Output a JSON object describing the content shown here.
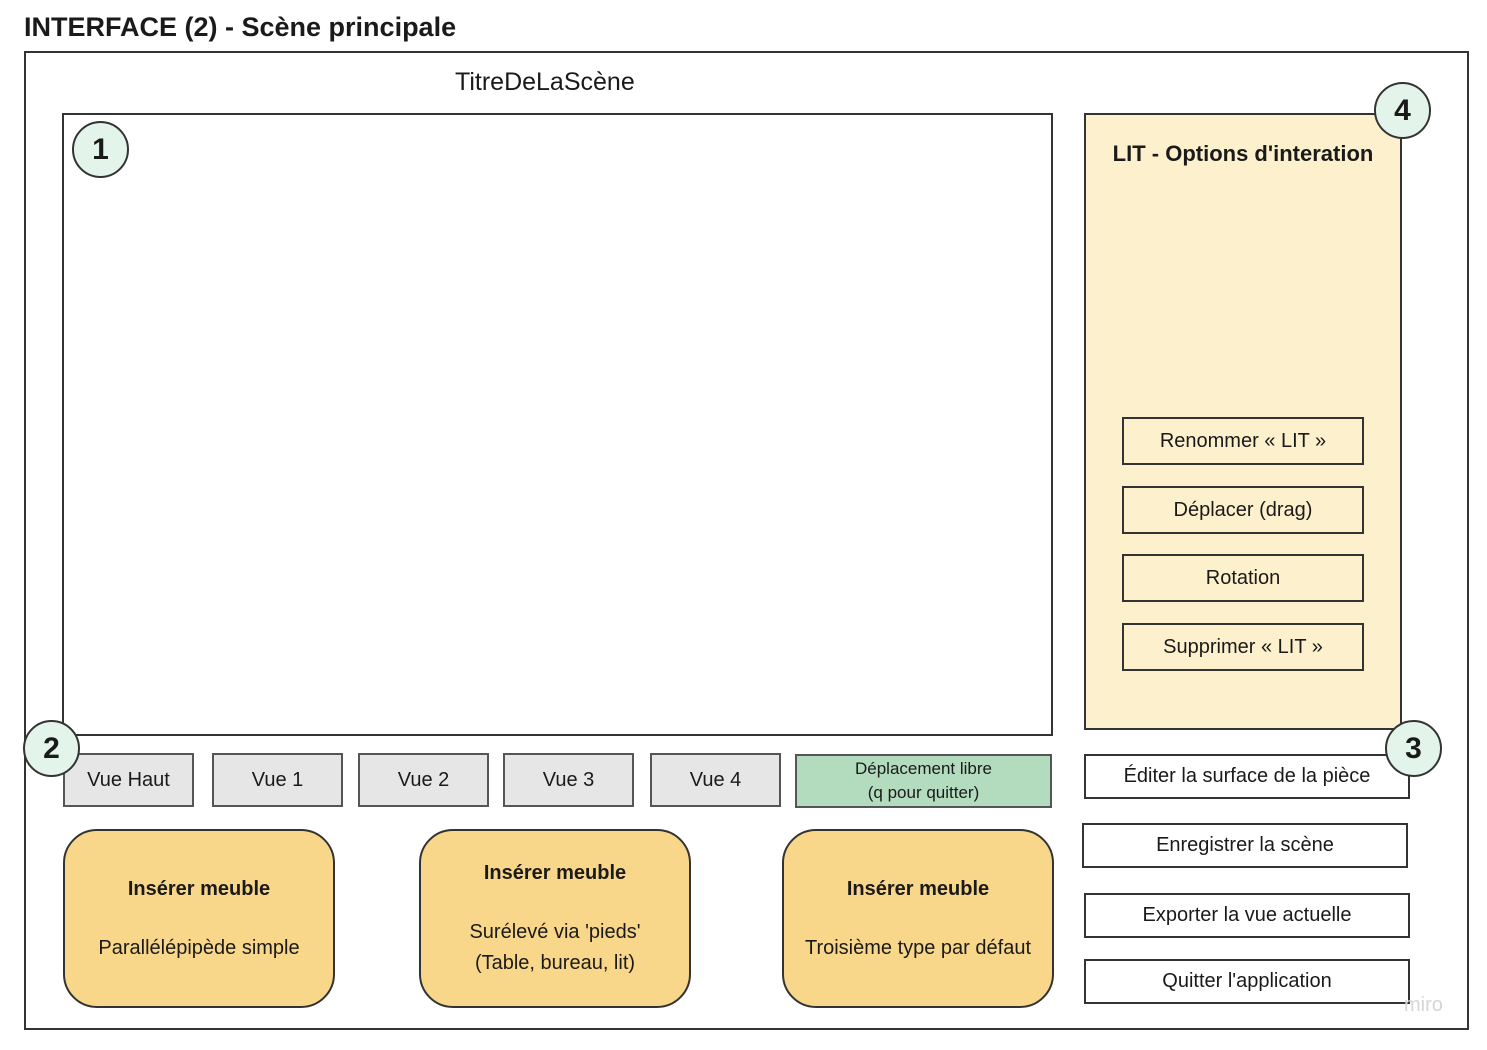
{
  "page_title": "INTERFACE (2) - Scène principale",
  "scene_title": "TitreDeLaScène",
  "badges": [
    "1",
    "2",
    "3",
    "4"
  ],
  "views": [
    "Vue Haut",
    "Vue 1",
    "Vue 2",
    "Vue 3",
    "Vue 4"
  ],
  "free_move": {
    "line1": "Déplacement libre",
    "line2": "(q pour quitter)"
  },
  "insert_cards": [
    {
      "title": "Insérer meuble",
      "line1": "Parallélépipède simple",
      "line2": ""
    },
    {
      "title": "Insérer meuble",
      "line1": "Surélevé via 'pieds'",
      "line2": "(Table, bureau, lit)"
    },
    {
      "title": "Insérer meuble",
      "line1": "Troisième type par défaut",
      "line2": ""
    }
  ],
  "options_panel": {
    "title": "LIT - Options d'interation",
    "buttons": [
      "Renommer « LIT »",
      "Déplacer (drag)",
      "Rotation",
      "Supprimer « LIT »"
    ]
  },
  "side_buttons": [
    "Éditer la surface de la pièce",
    "Enregistrer la scène",
    "Exporter la vue actuelle",
    "Quitter l'application"
  ],
  "watermark": "miro",
  "colors": {
    "badge_fill": "#e3f4ea",
    "view_button": "#e6e6e6",
    "free_move_button": "#b3dbbe",
    "insert_card": "#f9d78a",
    "options_panel": "#fdf0cd"
  }
}
